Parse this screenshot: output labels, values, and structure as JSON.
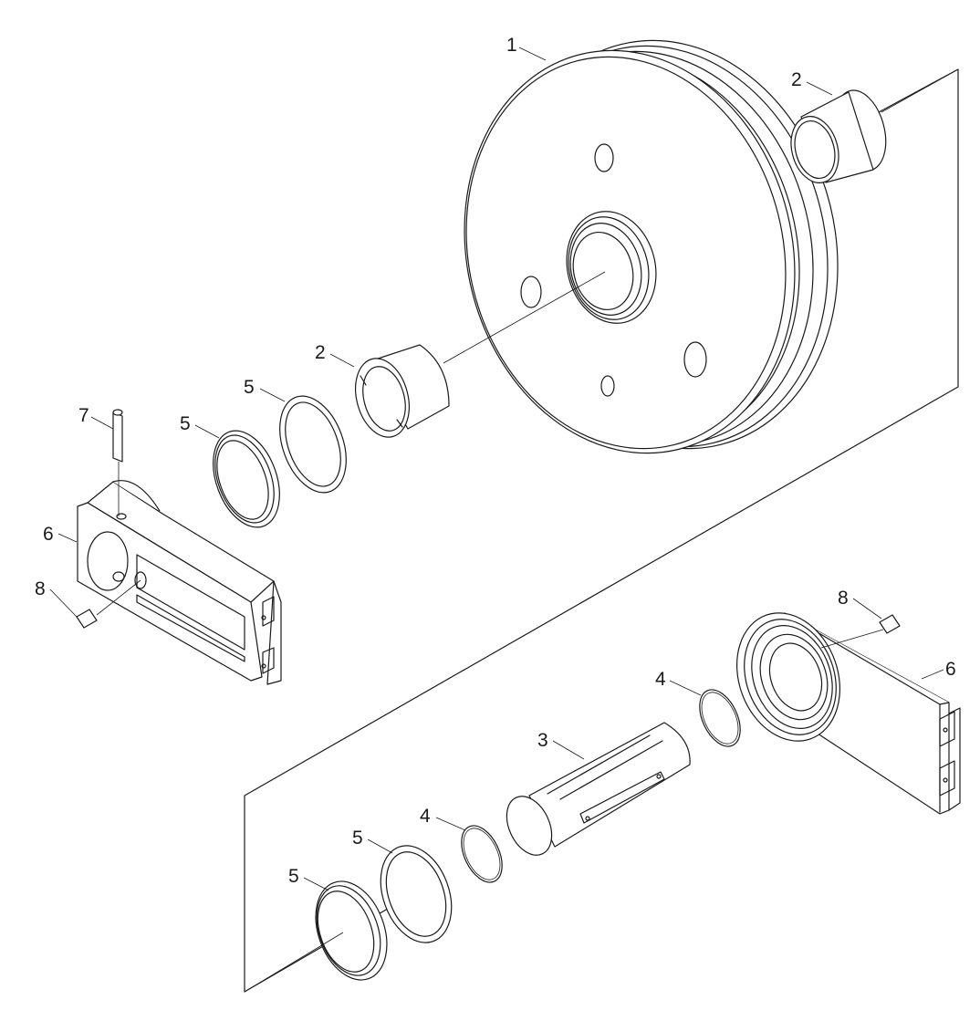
{
  "callouts": {
    "c1": "1",
    "c2a": "2",
    "c2b": "2",
    "c3": "3",
    "c4a": "4",
    "c4b": "4",
    "c5a": "5",
    "c5b": "5",
    "c5c": "5",
    "c5d": "5",
    "c6a": "6",
    "c6b": "6",
    "c7": "7",
    "c8a": "8",
    "c8b": "8"
  }
}
